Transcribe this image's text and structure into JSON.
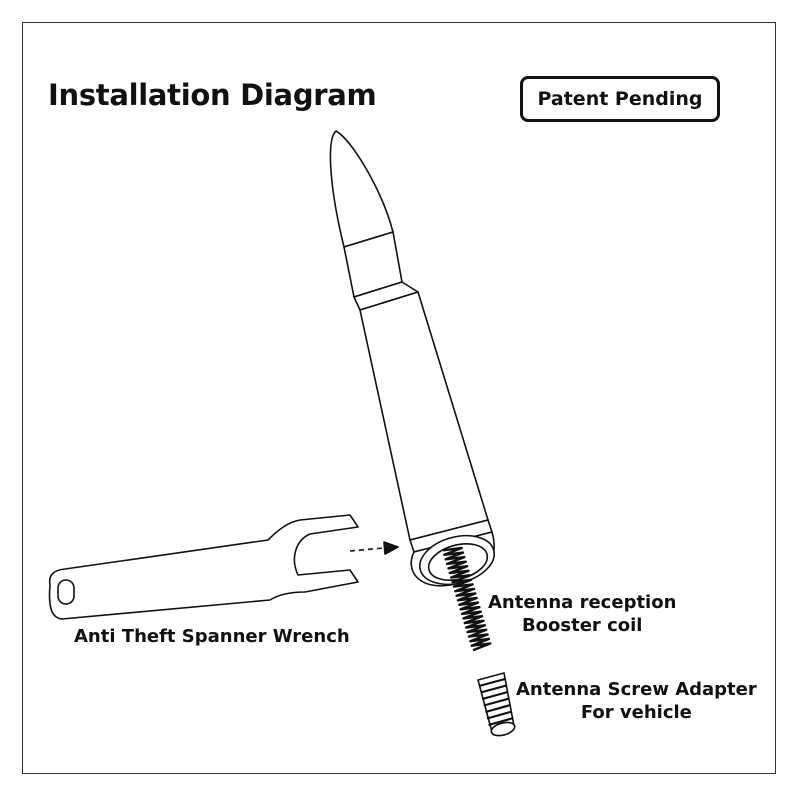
{
  "diagram": {
    "title": "Installation Diagram",
    "badge": "Patent Pending",
    "labels": {
      "wrench": "Anti Theft Spanner Wrench",
      "coil_line1": "Antenna reception",
      "coil_line2": "Booster coil",
      "adapter_line1": "Antenna Screw Adapter",
      "adapter_line2": "For vehicle"
    }
  },
  "colors": {
    "line": "#111111",
    "frame": "#333333",
    "background": "#ffffff"
  }
}
